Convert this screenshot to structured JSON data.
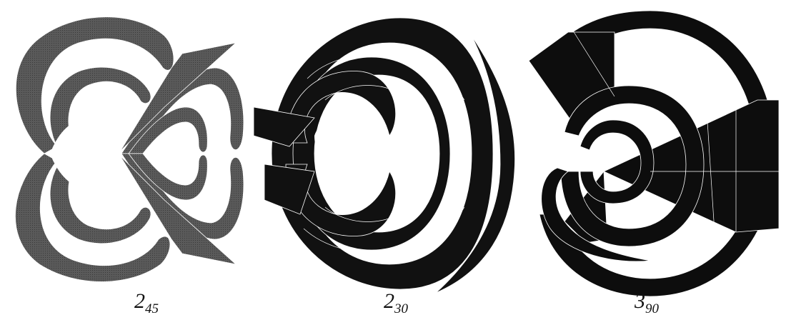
{
  "figures": [
    {
      "label_main": "2",
      "label_sub": "45",
      "fill": "#4d4d4d"
    },
    {
      "label_main": "2",
      "label_sub": "30",
      "fill": "#111111"
    },
    {
      "label_main": "3",
      "label_sub": "90",
      "fill": "#0d0d0d"
    }
  ]
}
